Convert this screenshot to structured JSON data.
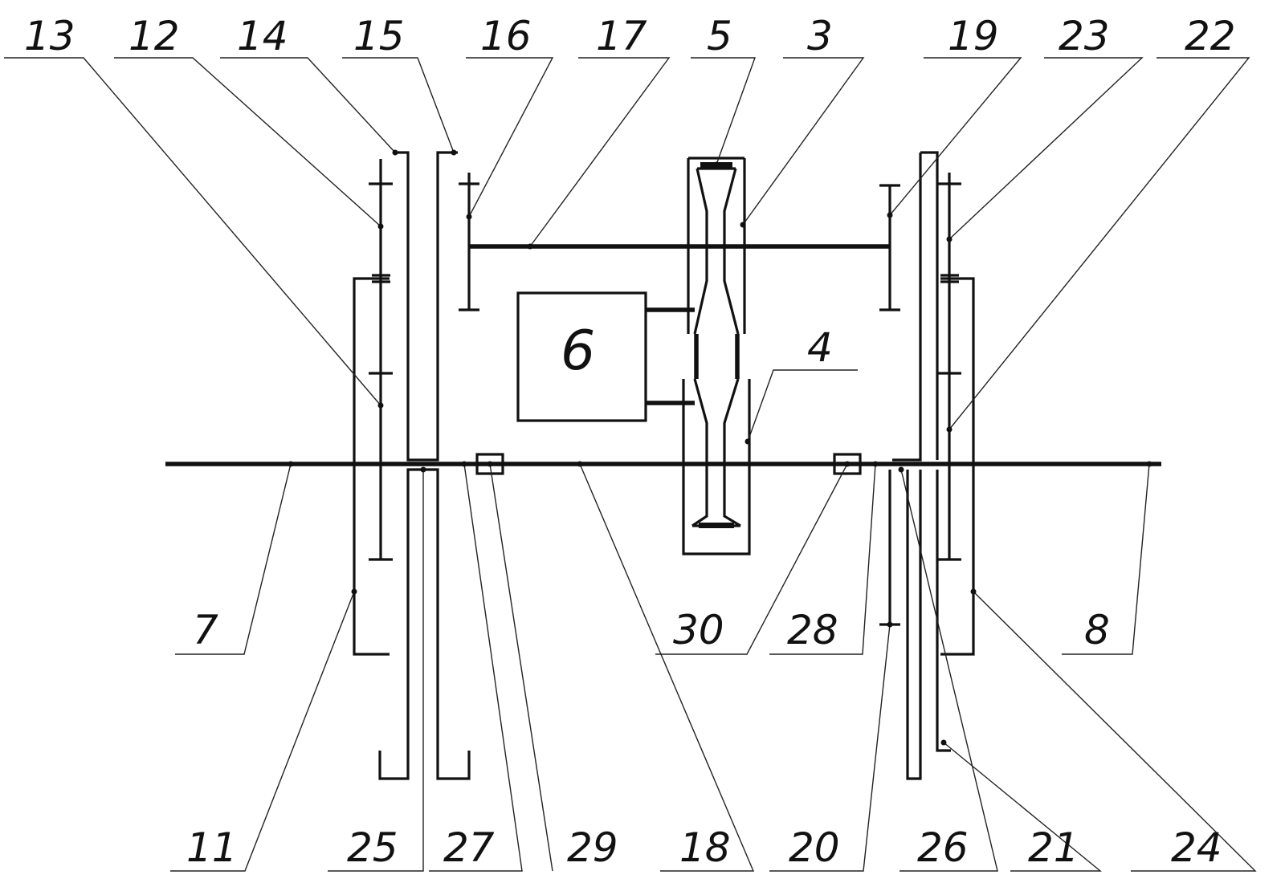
{
  "diagram": {
    "unit_label": "6",
    "callouts": {
      "c13": "13",
      "c12": "12",
      "c14": "14",
      "c15": "15",
      "c16": "16",
      "c17": "17",
      "c5": "5",
      "c3": "3",
      "c19": "19",
      "c23": "23",
      "c22": "22",
      "c4": "4",
      "c7": "7",
      "c30": "30",
      "c28": "28",
      "c8": "8",
      "c11": "11",
      "c25": "25",
      "c27": "27",
      "c29": "29",
      "c18": "18",
      "c20": "20",
      "c26": "26",
      "c21": "21",
      "c24": "24"
    }
  }
}
